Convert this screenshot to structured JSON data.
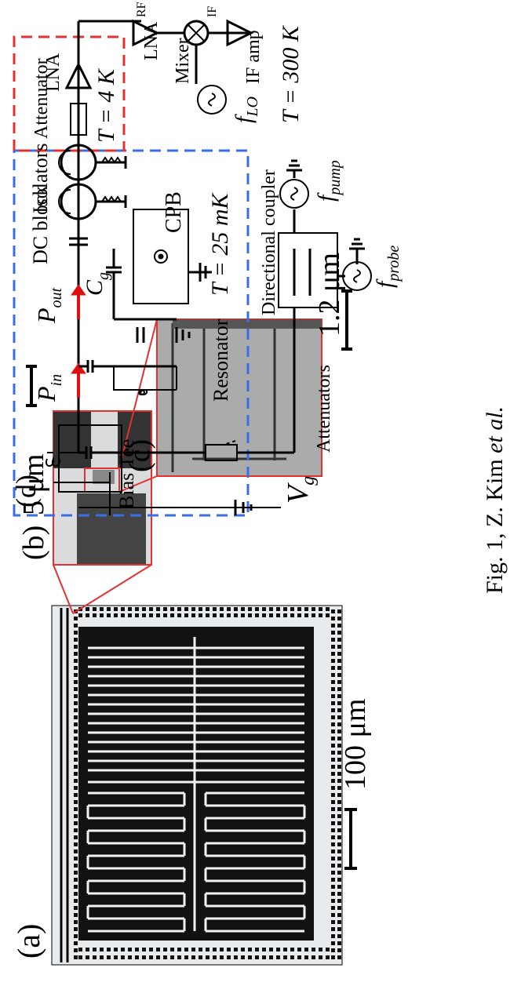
{
  "caption": {
    "prefix": "Fig. 1, Z. Kim ",
    "italic": "et al."
  },
  "panel_a": {
    "label": "(a)",
    "scale": "100 μm"
  },
  "panel_b": {
    "label": "(b)",
    "scale": "5 μm"
  },
  "panel_c": {
    "label": "(c)",
    "scale": "1.2 μm"
  },
  "panel_d": {
    "label": "(d)",
    "bias_tee": "Bias Tee",
    "vg": "V",
    "vg_sub": "g",
    "pin": "P",
    "pin_sub": "in",
    "pout": "P",
    "pout_sub": "out",
    "resonator": "Resonator",
    "cg": "C",
    "cg_sub": "g",
    "cpb": "CPB",
    "temp_mk": "T = 25 mK",
    "dc_block": "DC block",
    "isolators": "Isolators",
    "attenuator": "Attenuator",
    "temp_4k": "T = 4 K",
    "lna_4k": "LNA",
    "lna_rt": "LNA",
    "rf": "RF",
    "if": "IF",
    "mixer": "Mixer",
    "if_amp": "IF amp",
    "flo": "f",
    "flo_sub": "LO",
    "temp_rt": "T = 300 K",
    "directional_coupler": "Directional coupler",
    "attenuators": "Attenuators",
    "fpump": "f",
    "fpump_sub": "pump",
    "fprobe": "f",
    "fprobe_sub": "probe"
  },
  "colors": {
    "red_box": "#e53030",
    "blue_box": "#3a6ee6",
    "arrow_red": "#e01010"
  }
}
